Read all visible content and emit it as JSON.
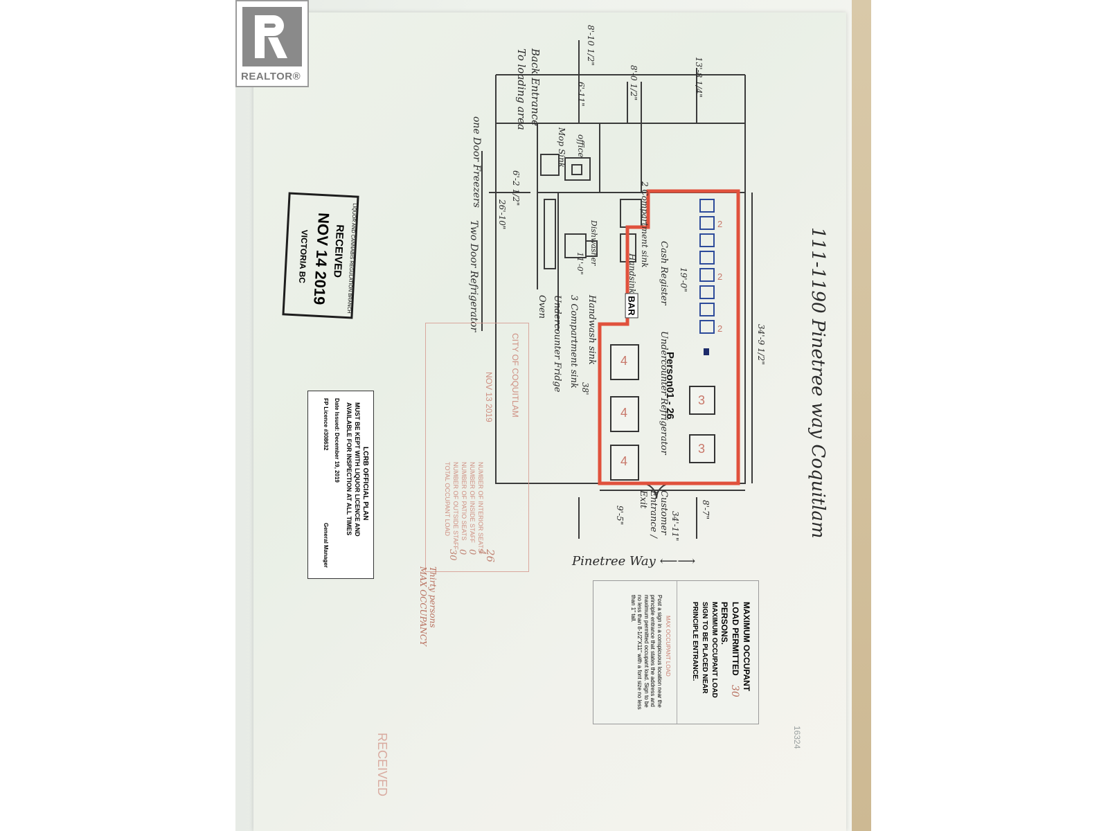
{
  "logo": {
    "word": "REALTOR®"
  },
  "address_title": "111-1190 Pinetree way Coquitlam",
  "street_label": "Pinetree Way",
  "occupant_label": "Person01 - 26",
  "bar_label": "BAR",
  "room_labels": {
    "back_entrance": "Back Entrance To loading area",
    "one_door_freezers": "one Door Freezers",
    "two_door_refrigerator": "Two Door Refrigerator",
    "mop_sink": "Mop Sink",
    "office": "office",
    "two_compartment_sink": "2 Compartment sink",
    "dishwasher": "Dishwasher",
    "cash_register": "Cash Register",
    "handsink": "Handsink",
    "oven": "Oven",
    "under_counter_fridge": "Undercounter Fridge",
    "three_compartment_sink": "3 Compartment sink",
    "handwash_sink": "Handwash sink",
    "undercounter_refrigerator": "Undercounter Refrigerator",
    "customer_entrance": "Customer Entrance / Exit"
  },
  "dimensions": [
    "8'-10 1/2\"",
    "13'-8 1/4\"",
    "8'-0 1/2\"",
    "6'-11\"",
    "6'-2 1/2\"",
    "26'-10\"",
    "19'-0\"",
    "34'-9 1/2\"",
    "38'",
    "11'-0\"",
    "9'-5\"",
    "8'-7\"",
    "34'-11\""
  ],
  "table_counts": [
    "4",
    "4",
    "4",
    "3",
    "3",
    "2",
    "2",
    "2"
  ],
  "received_stamp": {
    "header": "LIQUOR AND CANNABIS REGULATION BRANCH",
    "received": "RECEIVED",
    "date": "NOV 14 2019",
    "place": "VICTORIA BC"
  },
  "coquitlam_stamp": {
    "city": "CITY OF COQUITLAM",
    "date": "NOV 13 2019",
    "rows": [
      {
        "label": "NUMBER OF INTERIOR SEATS",
        "value": "26"
      },
      {
        "label": "NUMBER OF INSIDE STAFF",
        "value": "4"
      },
      {
        "label": "NUMBER OF PATIO SEATS",
        "value": "0"
      },
      {
        "label": "NUMBER OF OUTSIDE STAFF",
        "value": "0"
      },
      {
        "label": "TOTAL OCCUPANT LOAD",
        "value": "30"
      }
    ],
    "note": "Thirty persons MAX OCCUPANCY"
  },
  "lcrb_box": {
    "title": "LCRB OFFICIAL PLAN",
    "line1": "MUST BE KEPT WITH LIQUOR LICENCE AND",
    "line2": "AVAILABLE FOR INSPECTION AT ALL TIMES",
    "date_issued": "Date Issued: December 19, 2019",
    "licence": "FP Licence #308632",
    "signer": "General Manager"
  },
  "max_load_sign": {
    "line1": "MAXIMUM OCCUPANT",
    "line2": "LOAD PERMITTED",
    "number": "30",
    "line3": "PERSONS.",
    "line4": "MAXIMUM OCCUPANT LOAD",
    "line5": "SIGN TO BE PLACED NEAR",
    "line6": "PRINCIPLE ENTRANCE.",
    "note_title": "MAX OCCUPANT LOAD",
    "note": "Post a sign in a conspicuous location near the principle entrance that states the address and maximum permitted occupant load. Sign to be no less than 8-1/2\"X11\" with a font size no less than 1\" tall."
  },
  "bottom_stamp": {
    "received": "RECEIVED"
  },
  "stray_number": "16324"
}
